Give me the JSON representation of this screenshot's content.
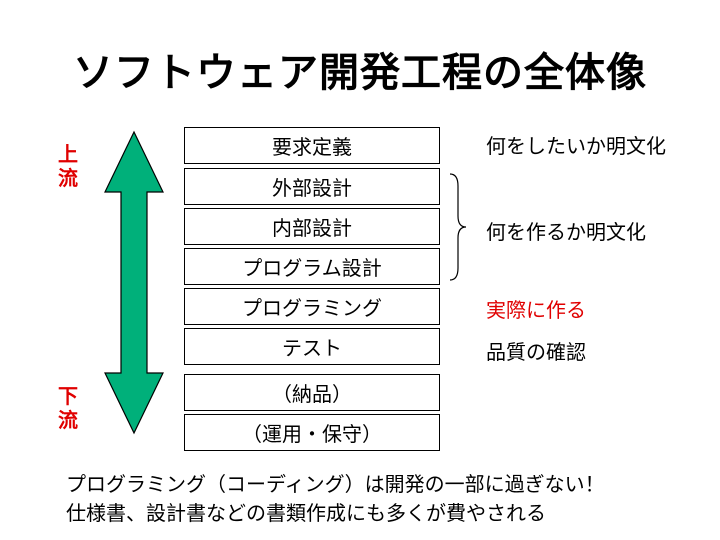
{
  "title": "ソフトウェア開発工程の全体像",
  "flow": {
    "upstream": [
      "上",
      "流"
    ],
    "downstream": [
      "下",
      "流"
    ]
  },
  "steps": [
    "要求定義",
    "外部設計",
    "内部設計",
    "プログラム設計",
    "プログラミング",
    "テスト",
    "（納品）",
    "（運用・保守）"
  ],
  "notes": {
    "requirements": "何をしたいか明文化",
    "design": "何を作るか明文化",
    "programming": "実際に作る",
    "test": "品質の確認"
  },
  "footer": {
    "line1": "プログラミング（コーディング）は開発の一部に過ぎない！",
    "line2": "仕様書、設計書などの書類作成にも多くが費やされる"
  },
  "colors": {
    "arrow_fill": "#00b07a",
    "accent_red": "#e00000"
  }
}
